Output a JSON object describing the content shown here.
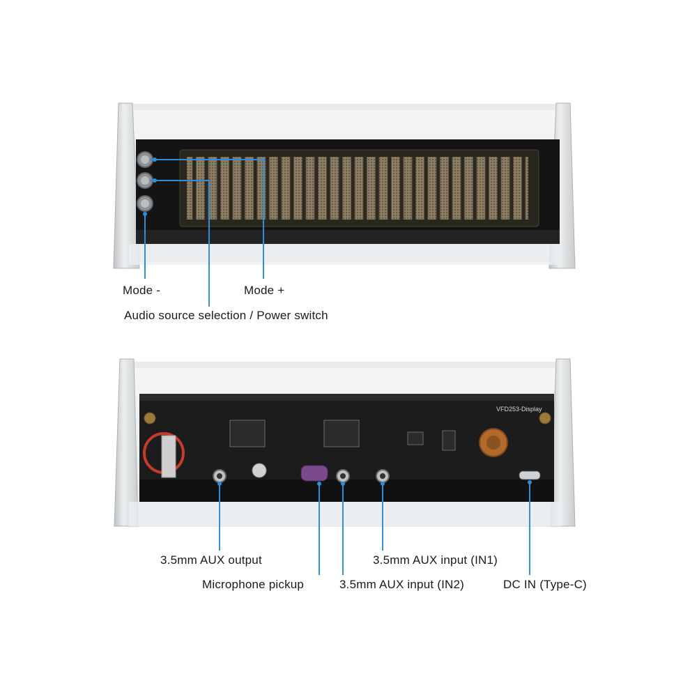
{
  "front_view": {
    "callouts": {
      "mode_minus": "Mode -",
      "mode_plus": "Mode +",
      "audio_source": "Audio source selection / Power switch"
    }
  },
  "back_view": {
    "board_label": "VFD253-Display",
    "callouts": {
      "aux_output": "3.5mm AUX output",
      "aux_in1": "3.5mm AUX input (IN1)",
      "microphone": "Microphone pickup",
      "aux_in2": "3.5mm AUX input (IN2)",
      "dc_in": "DC IN (Type-C)"
    }
  },
  "colors": {
    "callout_line": "#2e8fd8",
    "aluminum": "#d6d8da",
    "pcb": "#1c1c1c",
    "vfd_glow": "#9a8a6a"
  }
}
